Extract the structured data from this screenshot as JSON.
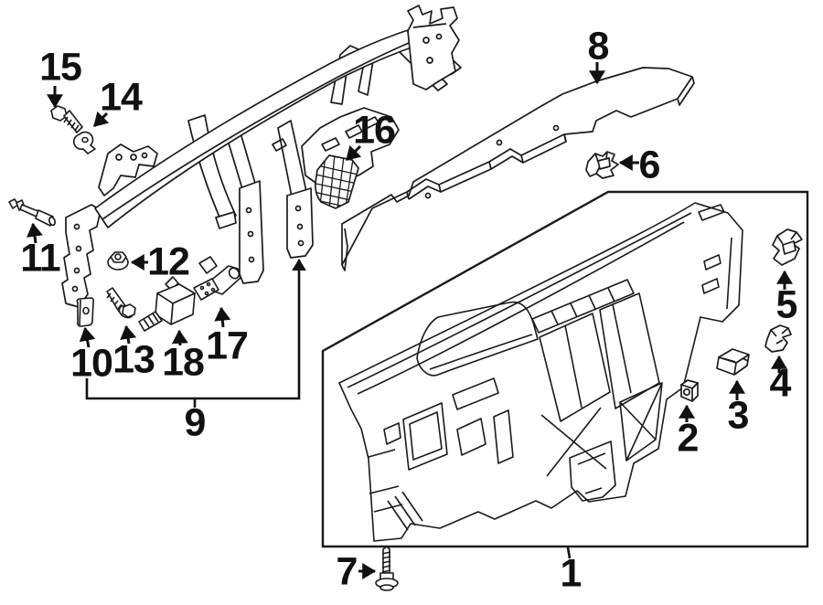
{
  "diagram": {
    "background": "#ffffff",
    "line_color": "#1a1a1a",
    "label_color": "#111111",
    "callouts": [
      {
        "id": 1,
        "label": "1"
      },
      {
        "id": 2,
        "label": "2"
      },
      {
        "id": 3,
        "label": "3"
      },
      {
        "id": 4,
        "label": "4"
      },
      {
        "id": 5,
        "label": "5"
      },
      {
        "id": 6,
        "label": "6"
      },
      {
        "id": 7,
        "label": "7"
      },
      {
        "id": 8,
        "label": "8"
      },
      {
        "id": 9,
        "label": "9"
      },
      {
        "id": 10,
        "label": "10"
      },
      {
        "id": 11,
        "label": "11"
      },
      {
        "id": 12,
        "label": "12"
      },
      {
        "id": 13,
        "label": "13"
      },
      {
        "id": 14,
        "label": "14"
      },
      {
        "id": 15,
        "label": "15"
      },
      {
        "id": 16,
        "label": "16"
      },
      {
        "id": 17,
        "label": "17"
      },
      {
        "id": 18,
        "label": "18"
      }
    ]
  }
}
